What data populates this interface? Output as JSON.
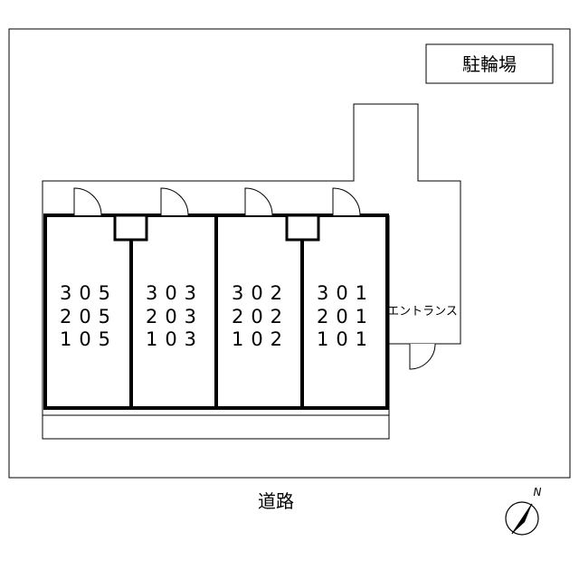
{
  "labels": {
    "parking": "駐輪場",
    "entrance": "エントランス",
    "road": "道路",
    "north": "N"
  },
  "units": [
    {
      "rooms": [
        "305",
        "205",
        "105"
      ]
    },
    {
      "rooms": [
        "303",
        "203",
        "103"
      ]
    },
    {
      "rooms": [
        "302",
        "202",
        "102"
      ]
    },
    {
      "rooms": [
        "301",
        "201",
        "101"
      ]
    }
  ]
}
